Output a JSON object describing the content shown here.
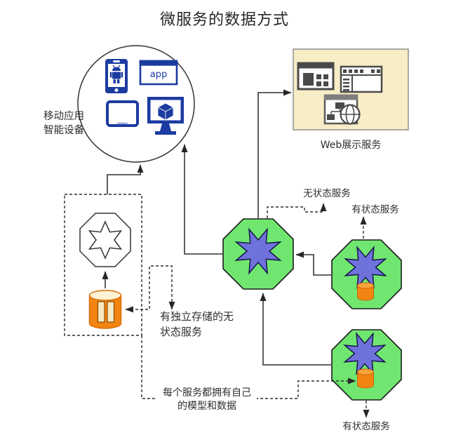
{
  "title": "微服务的数据方式",
  "client_circle": {
    "label_line1": "移动应用",
    "label_line2": "智能设备",
    "app_window_label": "app",
    "icons": [
      "android-phone-icon",
      "app-window-icon",
      "tablet-icon",
      "desktop-monitor-icon"
    ]
  },
  "web_service": {
    "label": "Web展示服务",
    "icons": [
      "browser-grid-icon",
      "browser-list-icon",
      "sitemap-globe-icon"
    ]
  },
  "service_labels": {
    "stateless": "无状态服务",
    "stateful_top": "有状态服务",
    "stateful_bottom": "有状态服务"
  },
  "annotations": {
    "independent_storage_line1": "有独立存储的无",
    "independent_storage_line2": "状态服务",
    "own_model_line1": "每个服务都拥有自己",
    "own_model_line2": "的模型和数据"
  },
  "colors": {
    "device_blue": "#1c3ba0",
    "service_green": "#70e670",
    "star_blue": "#7072dc",
    "db_orange": "#f28411",
    "db_orange_top": "#f9a43c",
    "web_box_bg": "#f7edc6",
    "connector": "#4d4d4d"
  }
}
